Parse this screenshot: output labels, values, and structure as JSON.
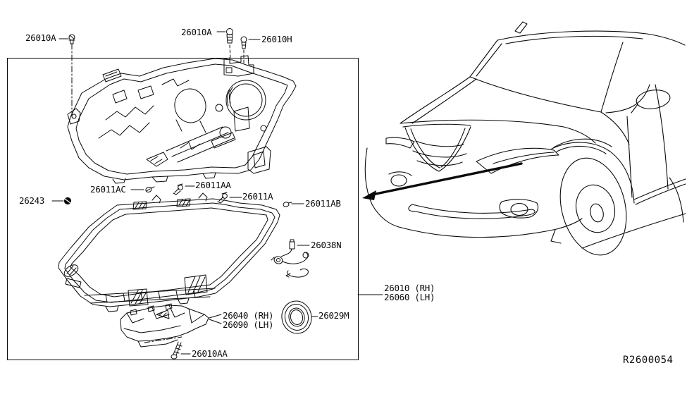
{
  "figure": {
    "ref_code": "R2600054",
    "callouts": {
      "bolt_headlamp_left": "26010A",
      "bolt_headlamp_mid": "26010A",
      "bolt_headlamp_right": "26010H",
      "clip_ac": "26011AC",
      "clip_aa": "26011AA",
      "clip_a": "26011A",
      "clip_ab": "26011AB",
      "grommet_screw": "26243",
      "bulb_socket": "26038N",
      "bracket_rh": "26040 (RH)",
      "bracket_lh": "26090 (LH)",
      "seal_ring": "26029M",
      "bracket_screw": "26010AA",
      "assembly_rh": "26010 (RH)",
      "assembly_lh": "26060 (LH)"
    }
  }
}
